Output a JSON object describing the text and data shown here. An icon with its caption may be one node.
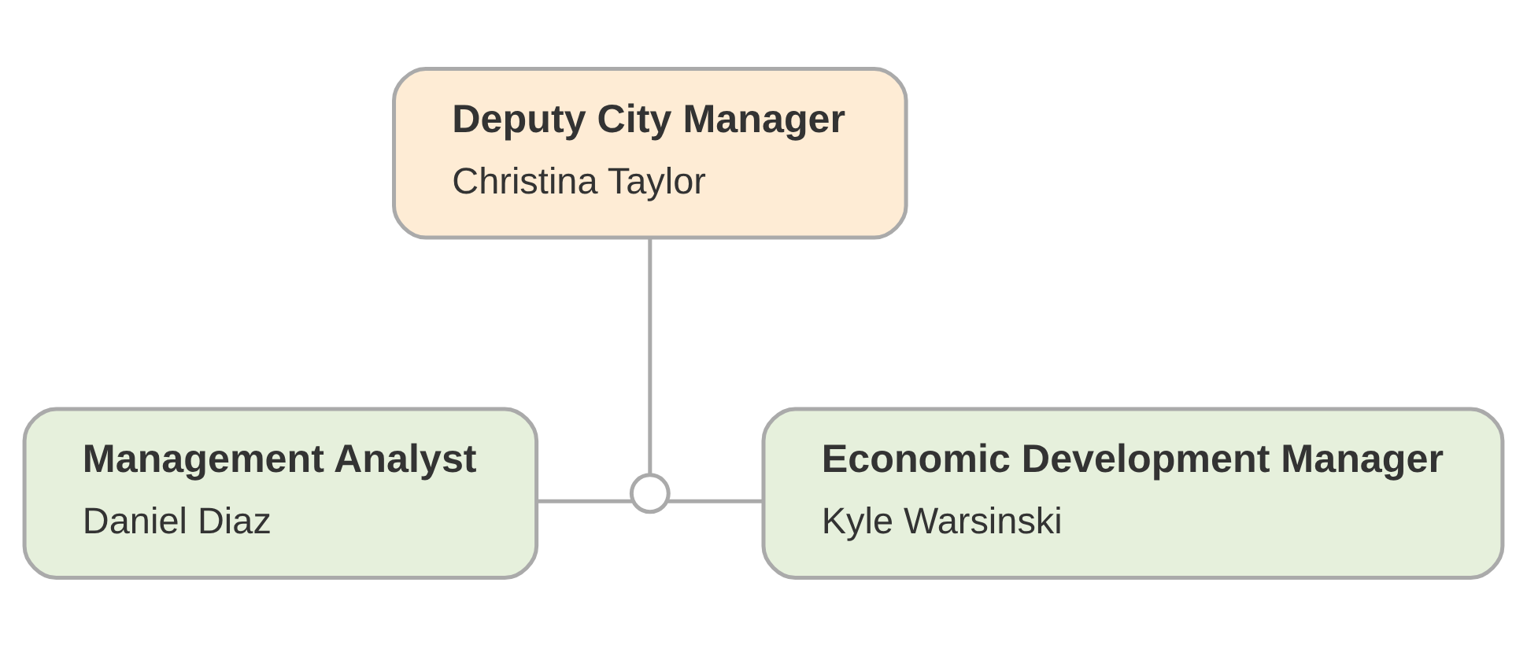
{
  "diagram": {
    "nodes": [
      {
        "text": [
          "Deputy City Manager",
          "Christina Taylor"
        ]
      },
      {
        "text": [
          "Management Analyst",
          "Daniel Diaz"
        ]
      },
      {
        "text": [],
        "shape": "circle"
      },
      {
        "text": [
          "Economic Development Manager",
          "Kyle Warsinski"
        ]
      }
    ],
    "edges": [
      {
        "from": 0,
        "to": 2,
        "arrow": "none"
      },
      {
        "from": 2,
        "to": 1,
        "arrow": "none"
      },
      {
        "from": 2,
        "to": 3,
        "arrow": "none"
      }
    ]
  }
}
